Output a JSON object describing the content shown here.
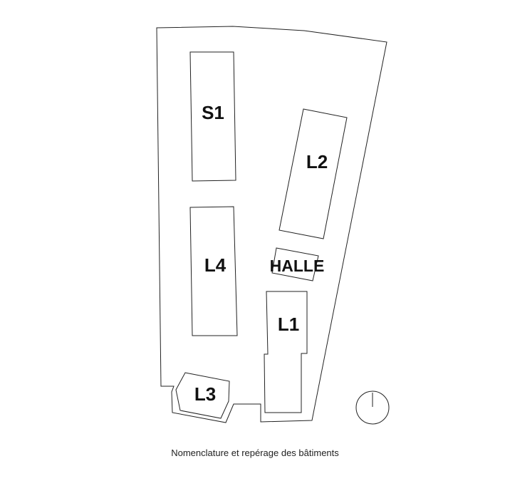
{
  "buildings": [
    {
      "id": "S1",
      "label": "S1"
    },
    {
      "id": "L2",
      "label": "L2"
    },
    {
      "id": "L4",
      "label": "L4"
    },
    {
      "id": "HALLE",
      "label": "HALLE"
    },
    {
      "id": "L1",
      "label": "L1"
    },
    {
      "id": "L3",
      "label": "L3"
    }
  ],
  "compass": {
    "icon": "north-arrow-icon"
  },
  "caption": "Nomenclature et repérage des bâtiments"
}
